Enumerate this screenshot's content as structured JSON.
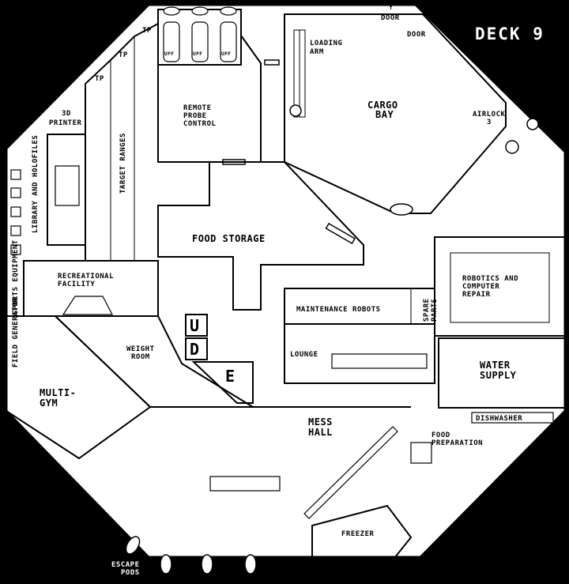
{
  "deck_label": "DECK 9",
  "rooms": {
    "loading_arm": [
      "LOADING",
      "ARM"
    ],
    "cargo_bay": [
      "CARGO",
      "BAY"
    ],
    "airlock": [
      "AIRLOCK",
      "3"
    ],
    "door_1": "DOOR",
    "door_2": "DOOR",
    "remote_probe_control": [
      "REMOTE",
      "PROBE",
      "CONTROL"
    ],
    "printer": [
      "3D",
      "PRINTER"
    ],
    "target_ranges": "TARGET RANGES",
    "library": "LIBRARY AND HOLOFILES",
    "food_storage": "FOOD STORAGE",
    "recreational_facility": [
      "RECREATIONAL",
      "FACILITY"
    ],
    "sports_equipment": "SPORTS EQUIPMENT",
    "field_generator": "FIELD GENERATOR",
    "weight_room": [
      "WEIGHT",
      "ROOM"
    ],
    "multi_gym": [
      "MULTI-",
      "GYM"
    ],
    "maintenance_robots": "MAINTENANCE ROBOTS",
    "spare_parts": [
      "SPARE",
      "PARTS"
    ],
    "robotics": [
      "ROBOTICS AND",
      "COMPUTER",
      "REPAIR"
    ],
    "lounge": "LOUNGE",
    "water_supply": [
      "WATER",
      "SUPPLY"
    ],
    "dishwasher": "DISHWASHER",
    "mess_hall": [
      "MESS",
      "HALL"
    ],
    "food_preparation": [
      "FOOD",
      "PREPARATION"
    ],
    "freezer": "FREEZER",
    "escape_pods": [
      "ESCAPE",
      "PODS"
    ]
  },
  "elevators": {
    "up": "U",
    "down": "D",
    "e": "E"
  },
  "tp_labels": [
    "TP",
    "TP",
    "TP"
  ],
  "upf_labels": [
    "UPF",
    "UPF",
    "UPF"
  ]
}
